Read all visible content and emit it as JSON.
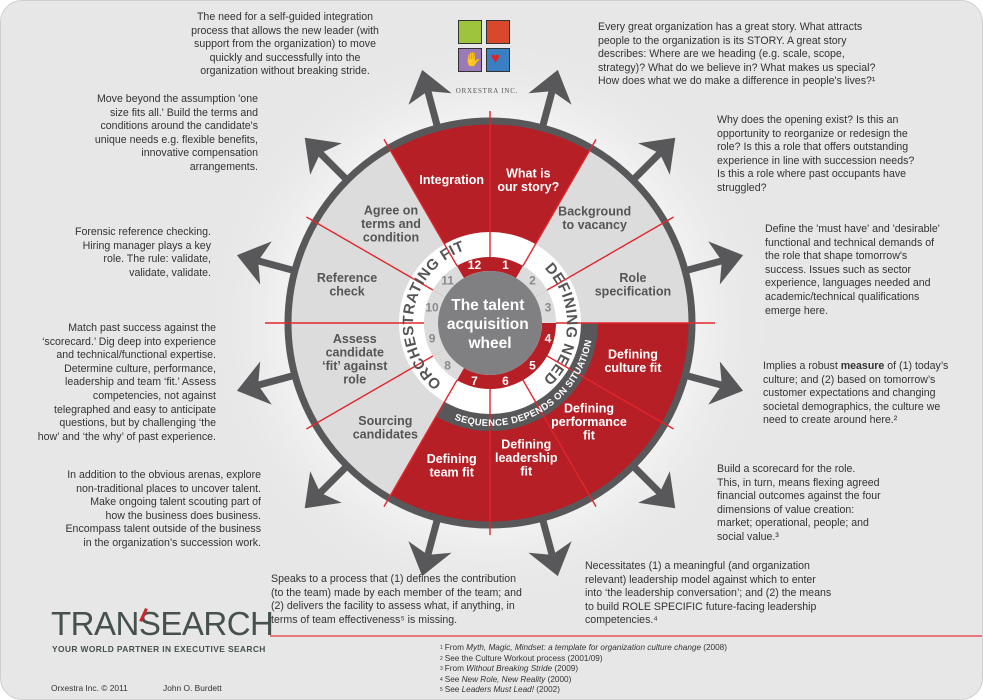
{
  "colors": {
    "red": "#b51f25",
    "red_line": "#e2262c",
    "light": "#dcdcdd",
    "dark": "#58585a",
    "center": "#808083"
  },
  "wheel": {
    "center_title": [
      "The talent",
      "acquisition",
      "wheel"
    ],
    "ring_left": "ORCHESTRATING FIT",
    "ring_right": "DEFINING NEED",
    "sequence_arc": "SEQUENCE DEPENDS ON SITUATION",
    "segments": [
      {
        "number": "1",
        "label": [
          "What is",
          "our story?"
        ],
        "highlight": true
      },
      {
        "number": "2",
        "label": [
          "Background",
          "to vacancy"
        ],
        "highlight": false
      },
      {
        "number": "3",
        "label": [
          "Role",
          "specification"
        ],
        "highlight": false
      },
      {
        "number": "4",
        "label": [
          "Defining",
          "culture fit"
        ],
        "highlight": true
      },
      {
        "number": "5",
        "label": [
          "Defining",
          "performance",
          "fit"
        ],
        "highlight": true
      },
      {
        "number": "6",
        "label": [
          "Defining",
          "leadership",
          "fit"
        ],
        "highlight": true
      },
      {
        "number": "7",
        "label": [
          "Defining",
          "team fit"
        ],
        "highlight": true
      },
      {
        "number": "8",
        "label": [
          "Sourcing",
          "candidates"
        ],
        "highlight": false
      },
      {
        "number": "9",
        "label": [
          "Assess",
          "candidate",
          "‘fit’ against",
          "role"
        ],
        "highlight": false
      },
      {
        "number": "10",
        "label": [
          "Reference",
          "check"
        ],
        "highlight": false
      },
      {
        "number": "11",
        "label": [
          "Agree on",
          "terms and",
          "condition"
        ],
        "highlight": false
      },
      {
        "number": "12",
        "label": [
          "Integration"
        ],
        "highlight": true
      }
    ]
  },
  "notes": {
    "integration": "The need for a self-guided integration\nprocess that allows the new leader (with\nsupport from the organization)  to move\nquickly and successfully  into the\norganization without breaking stride.",
    "agree": "Move beyond the assumption 'one\nsize fits all.'   Build the terms and\nconditions around the candidate's\nunique needs e.g. flexible benefits,\ninnovative compensation\narrangements.",
    "reference": "Forensic reference checking.\nHiring manager plays a key\nrole. The rule: validate,\nvalidate, validate.",
    "assess": "Match past success against the\n‘scorecard.’ Dig deep into experience\nand technical/functional expertise.\nDetermine culture, performance,\nleadership and team ‘fit.’ Assess\ncompetencies, not against\ntelegraphed and easy to anticipate\nquestions, but  by challenging ‘the\nhow’ and ‘the why’ of past experience.",
    "sourcing": "In addition to the obvious arenas, explore\nnon-traditional places to uncover talent.\nMake ongoing talent scouting  part of\nhow the business does business.\nEncompass talent outside of the business\nin the organization’s succession work.",
    "team": "Speaks to a process that (1) defines the contribution\n(to the team) made by each member of the team; and\n(2) delivers the facility to assess what, if anything, in\nterms of team effectiveness⁵ is missing.",
    "leadership": "Necessitates (1) a meaningful (and organization\nrelevant)  leadership model against which to enter\ninto ‘the leadership conversation’; and (2) the means\nto build ROLE SPECIFIC future-facing  leadership\ncompetencies.⁴",
    "performance": "Build a scorecard for the role.\nThis, in turn, means flexing agreed\nfinancial outcomes against the four\ndimensions of value creation:\nmarket; operational, people; and\nsocial value.³",
    "culture_pre": "Implies a robust ",
    "culture_bold": "measure",
    "culture_post": " of (1) today’s\nculture; and (2) based on tomorrow’s\ncustomer expectations and changing\nsocietal demographics, the culture we\nneed to create around here.²",
    "role": "Define the 'must have' and 'desirable'\nfunctional and technical demands of\nthe role that shape tomorrow's\nsuccess. Issues such as sector\nexperience, languages needed and\nacademic/technical qualifications\nemerge here.",
    "background": "Why does the opening exist? Is this an\nopportunity to reorganize or redesign the\nrole?  Is this a role that offers outstanding\nexperience in line with succession needs?\nIs this a role where past occupants have\nstruggled?",
    "story": "Every great organization has a great story. What attracts\npeople to the organization is its STORY.  A great story\ndescribes: Where are we heading (e.g. scale, scope,\nstrategy)? What do we believe in?  What makes us special?\nHow does what we do make a difference in people's lives?¹"
  },
  "footnotes": [
    {
      "n": "1",
      "pre": "From ",
      "title": "Myth, Magic, Mindset: a template for organization culture change",
      "post": " (2008)"
    },
    {
      "n": "2",
      "pre": "See the Culture Workout process (2001/09)",
      "title": "",
      "post": ""
    },
    {
      "n": "3",
      "pre": "From ",
      "title": "Without Breaking Stride",
      "post": " (2009)"
    },
    {
      "n": "4",
      "pre": "See ",
      "title": "New Role, New Reality",
      "post": " (2000)"
    },
    {
      "n": "5",
      "pre": "See ",
      "title": "Leaders Must Lead!",
      "post": " (2002)"
    }
  ],
  "branding": {
    "orxestra_logo": "Orxestra Inc.",
    "transearch_a": "TRAN",
    "transearch_b": "SEARCH",
    "tagline": "YOUR WORLD PARTNER IN EXECUTIVE SEARCH",
    "copyright": "Orxestra Inc. © 2011",
    "author": "John O. Burdett"
  }
}
